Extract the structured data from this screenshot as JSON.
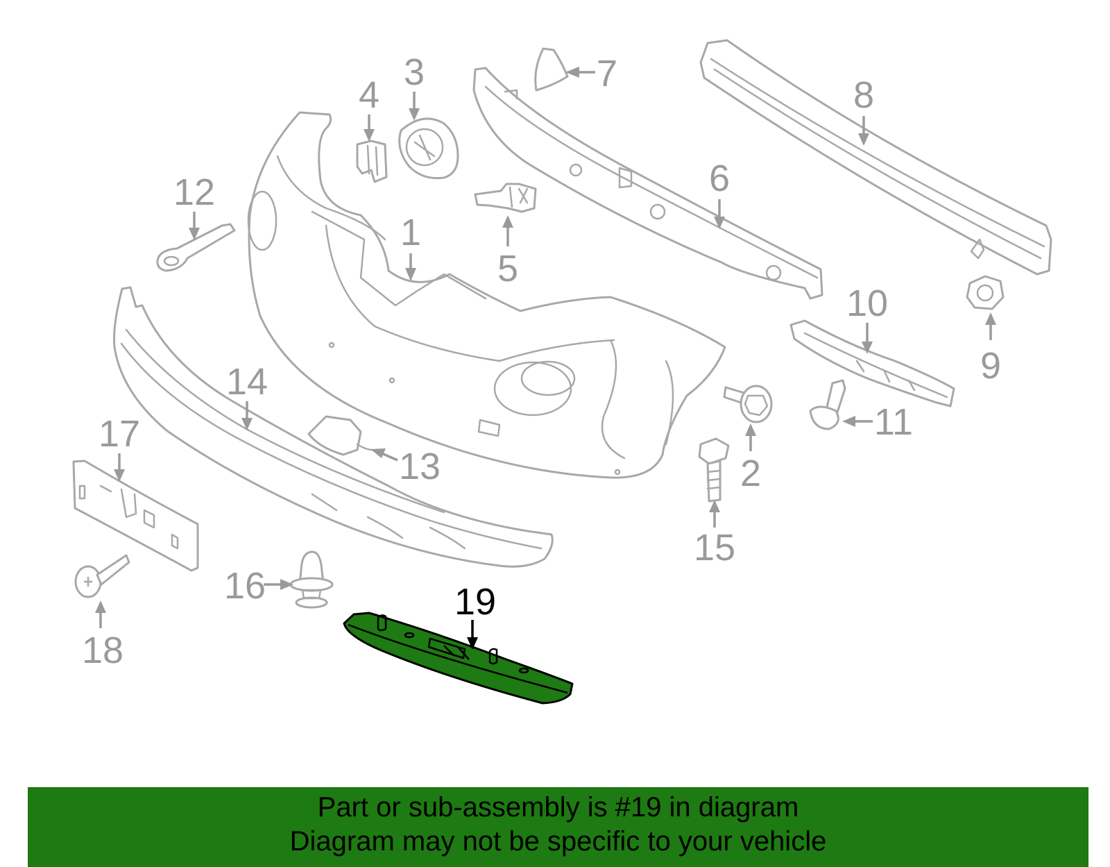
{
  "colors": {
    "highlight": "#1e7a12",
    "outline": "#a8a8a8",
    "callout": "#9a9a9a"
  },
  "callouts": {
    "c1": "1",
    "c2": "2",
    "c3": "3",
    "c4": "4",
    "c5": "5",
    "c6": "6",
    "c7": "7",
    "c8": "8",
    "c9": "9",
    "c10": "10",
    "c11": "11",
    "c12": "12",
    "c13": "13",
    "c14": "14",
    "c15": "15",
    "c16": "16",
    "c17": "17",
    "c18": "18",
    "c19": "19"
  },
  "highlighted_part": "19",
  "banner": {
    "line1": "Part or sub-assembly is #19 in diagram",
    "line2": "Diagram may not be specific to your vehicle"
  }
}
